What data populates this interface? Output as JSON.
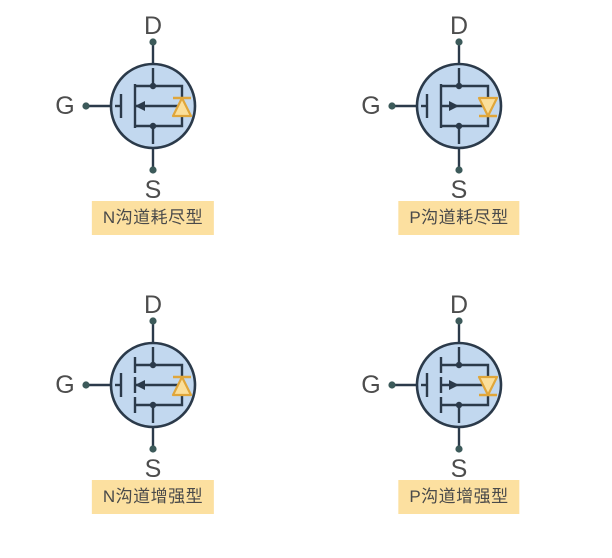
{
  "diagram": {
    "title_visible": false,
    "background_color": "#ffffff",
    "body_color": "#2b3a4a",
    "circle_fill": "#c2d8ef",
    "circle_stroke": "#2b3a4a",
    "diode_stroke": "#e0a63a",
    "diode_fill": "#fbdf9a",
    "caption_background": "#fce0a0",
    "caption_text_color": "#4a4a4a",
    "terminal_label_color": "#4d4d4d",
    "terminals": {
      "drain": "D",
      "gate": "G",
      "source": "S"
    },
    "cells": [
      {
        "id": "n-channel-depletion",
        "caption": "N沟道耗尽型",
        "channel": "n",
        "mode": "depletion",
        "body_arrow_direction": "left",
        "diode_triangle_direction": "up",
        "channel_style": "solid",
        "terminals": {
          "drain": "D",
          "gate": "G",
          "source": "S"
        }
      },
      {
        "id": "p-channel-depletion",
        "caption": "P沟道耗尽型",
        "channel": "p",
        "mode": "depletion",
        "body_arrow_direction": "right",
        "diode_triangle_direction": "down",
        "channel_style": "solid",
        "terminals": {
          "drain": "D",
          "gate": "G",
          "source": "S"
        }
      },
      {
        "id": "n-channel-enhancement",
        "caption": "N沟道增强型",
        "channel": "n",
        "mode": "enhancement",
        "body_arrow_direction": "left",
        "diode_triangle_direction": "up",
        "channel_style": "segmented",
        "terminals": {
          "drain": "D",
          "gate": "G",
          "source": "S"
        }
      },
      {
        "id": "p-channel-enhancement",
        "caption": "P沟道增强型",
        "channel": "p",
        "mode": "enhancement",
        "body_arrow_direction": "right",
        "diode_triangle_direction": "down",
        "channel_style": "segmented",
        "terminals": {
          "drain": "D",
          "gate": "G",
          "source": "S"
        }
      }
    ]
  }
}
